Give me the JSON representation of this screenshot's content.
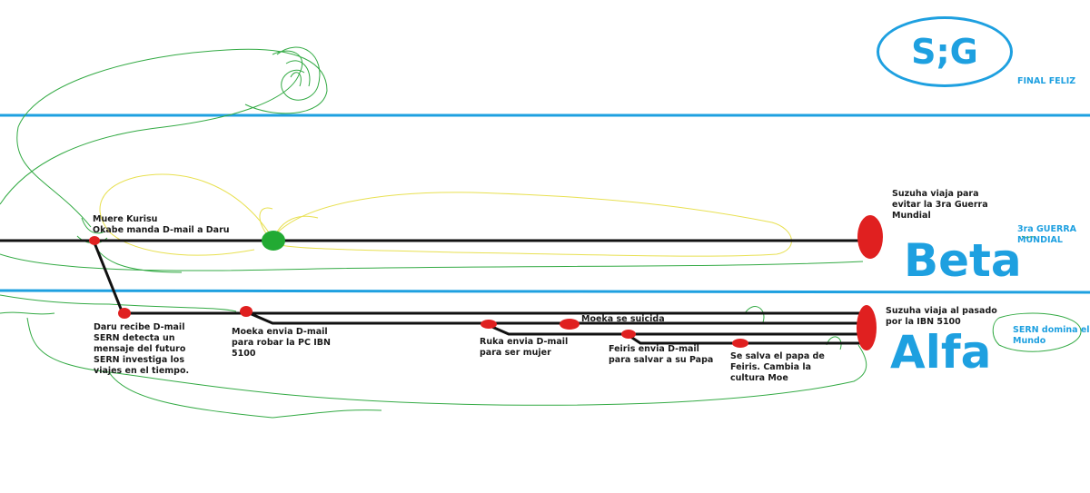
{
  "logo": {
    "text": "S;G"
  },
  "lines": {
    "beta": "Beta",
    "alfa": "Alfa"
  },
  "labels": {
    "final_feliz": "FINAL FELIZ",
    "tercera_guerra": "3ra GUERRA\nMUNDIAL",
    "sern_domina": "SERN domina el\nMundo",
    "muere_kurisu": "Muere Kurisu\nOkabe manda D-mail a Daru",
    "suzuha_beta": "Suzuha viaja para\nevitar la 3ra Guerra\nMundial",
    "daru": "Daru recibe D-mail\nSERN detecta un\nmensaje del futuro\nSERN investiga los\nviajes en el tiempo.",
    "moeka_pc": "Moeka envia D-mail\npara robar la PC IBN\n5100",
    "ruka": "Ruka envia D-mail\npara ser mujer",
    "moeka_suicida": "Moeka se suicida",
    "feiris": "Feiris envia D-mail\npara salvar a su Papa",
    "salva_papa": "Se salva el papa de\nFeiris. Cambia la\ncultura Moe",
    "suzuha_alfa": "Suzuha viaja al pasado\npor la IBN 5100"
  },
  "colors": {
    "divider": "#1ea0e0",
    "timeline": "#111111",
    "event": "#e02020",
    "green_event": "#22aa33",
    "scribble_green": "#33aa44",
    "scribble_yellow": "#e8e050"
  }
}
